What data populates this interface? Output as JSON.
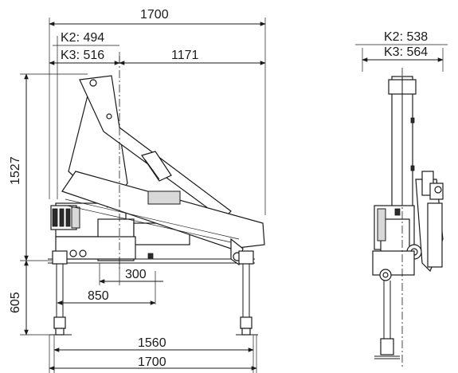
{
  "dimensions": {
    "overall_width_top": "1700",
    "k2_side": "K2: 494",
    "k3_side": "K3: 516",
    "reach_right": "1171",
    "height": "1527",
    "foot_depth": "605",
    "offset_small": "300",
    "offset_large": "850",
    "support_span": "1560",
    "overall_width_bottom": "1700",
    "k2_front": "K2: 538",
    "k3_front": "K3: 564"
  }
}
